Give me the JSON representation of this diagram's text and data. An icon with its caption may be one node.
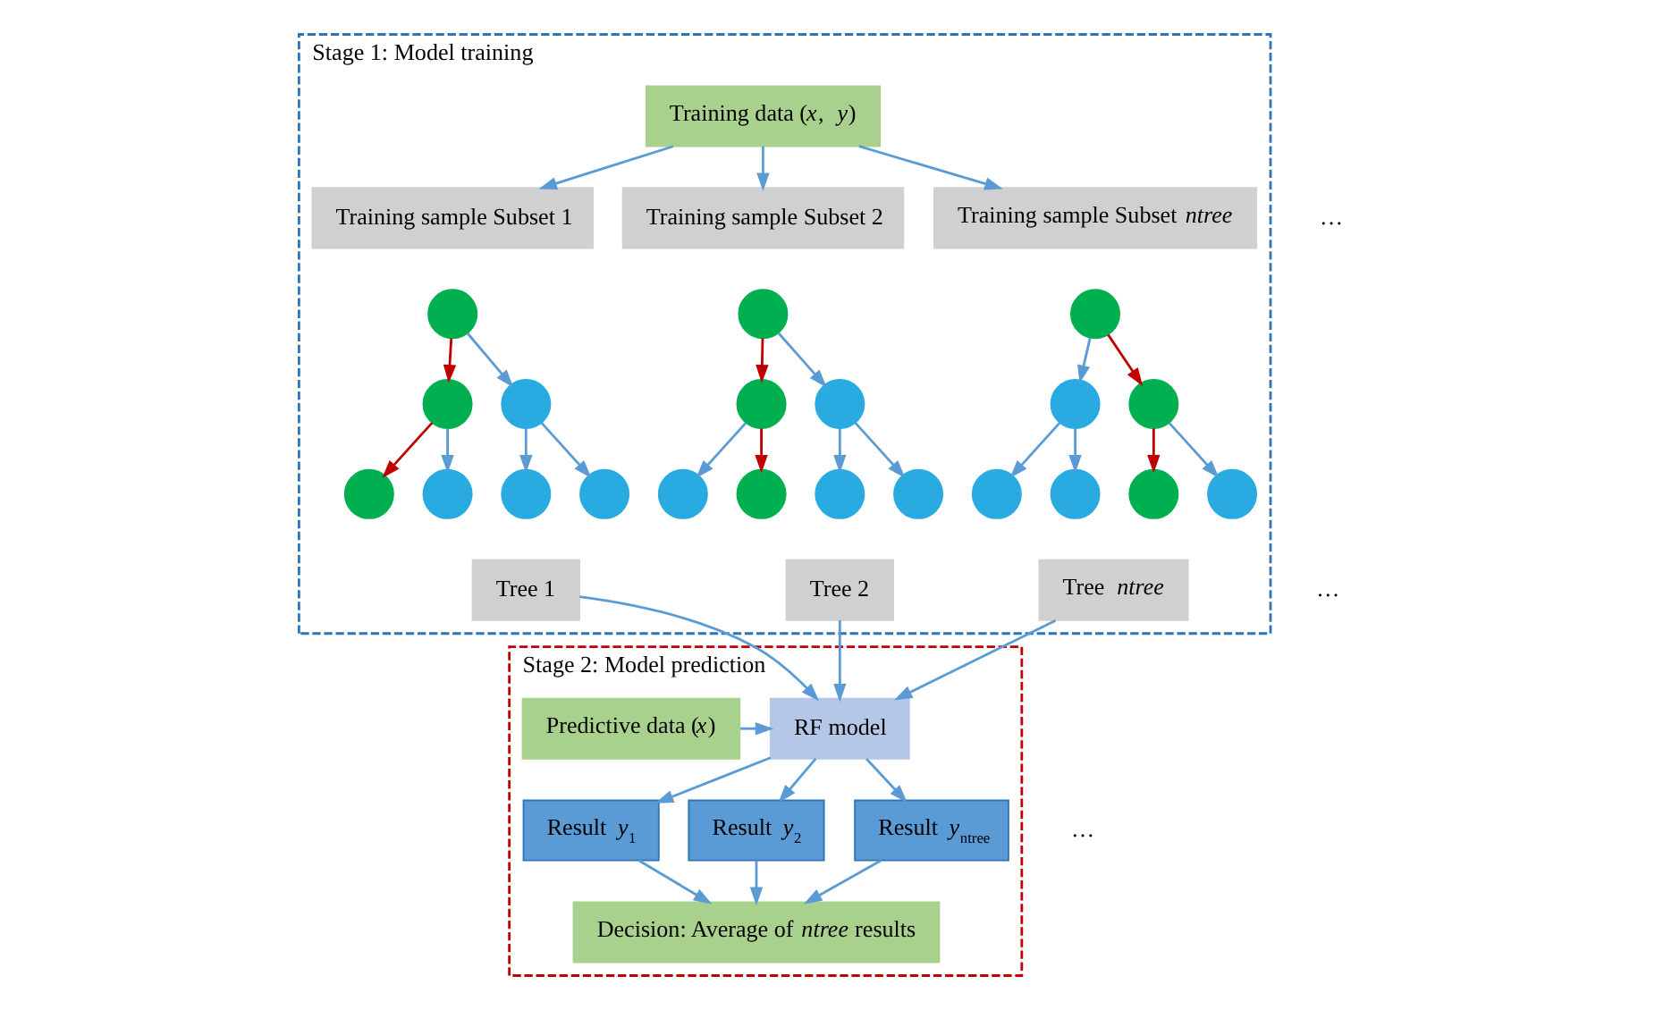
{
  "diagram": {
    "nodes": [
      {
        "text": [
          "Stage 1: Model training"
        ]
      },
      {
        "text": [
          "Training data (*x*, *y*)"
        ],
        "in": 0
      },
      {
        "text": [
          "Training sample Subset 1"
        ],
        "in": 0
      },
      {
        "text": [
          "Training sample Subset 2"
        ],
        "in": 0
      },
      {
        "text": [
          "Training sample Subset *ntree*"
        ],
        "in": 0
      },
      {
        "text": [],
        "shape": "circle",
        "in": 0
      },
      {
        "text": [],
        "shape": "circle",
        "in": 0
      },
      {
        "text": [],
        "shape": "circle",
        "in": 0
      },
      {
        "text": [],
        "shape": "circle",
        "in": 0
      },
      {
        "text": [],
        "shape": "circle",
        "in": 0
      },
      {
        "text": [],
        "shape": "circle",
        "in": 0
      },
      {
        "text": [],
        "shape": "circle",
        "in": 0
      },
      {
        "text": [],
        "shape": "circle",
        "in": 0
      },
      {
        "text": [],
        "shape": "circle",
        "in": 0
      },
      {
        "text": [],
        "shape": "circle",
        "in": 0
      },
      {
        "text": [],
        "shape": "circle",
        "in": 0
      },
      {
        "text": [],
        "shape": "circle",
        "in": 0
      },
      {
        "text": [],
        "shape": "circle",
        "in": 0
      },
      {
        "text": [],
        "shape": "circle",
        "in": 0
      },
      {
        "text": [],
        "shape": "circle",
        "in": 0
      },
      {
        "text": [],
        "shape": "circle",
        "in": 0
      },
      {
        "text": [],
        "shape": "circle",
        "in": 0
      },
      {
        "text": [],
        "shape": "circle",
        "in": 0
      },
      {
        "text": [],
        "shape": "circle",
        "in": 0
      },
      {
        "text": [],
        "shape": "circle",
        "in": 0
      },
      {
        "text": [],
        "shape": "circle",
        "in": 0
      },
      {
        "text": [
          "Tree 1"
        ],
        "in": 0
      },
      {
        "text": [
          "Tree 2"
        ],
        "in": 0
      },
      {
        "text": [
          "Tree *ntree*"
        ],
        "in": 0
      },
      {
        "text": [
          "Stage 2: Model prediction"
        ]
      },
      {
        "text": [
          "RF model"
        ],
        "in": 29
      },
      {
        "text": [
          "Predictive data (*x*)"
        ],
        "in": 29
      },
      {
        "text": [
          "Result *y*$_{1}$"
        ],
        "in": 29
      },
      {
        "text": [
          "Result *y*$_{2}$"
        ],
        "in": 29
      },
      {
        "text": [
          "Result *y*$_{ntree}$"
        ],
        "in": 29
      },
      {
        "text": [
          "Decision: Average of *ntree* results"
        ],
        "in": 29
      }
    ],
    "edges": [
      {
        "from": 1,
        "to": 2,
        "arrow": "to"
      },
      {
        "from": 1,
        "to": 3,
        "arrow": "to"
      },
      {
        "from": 1,
        "to": 4,
        "arrow": "to"
      },
      {
        "from": 5,
        "to": 6,
        "arrow": "to",
        "color": "#c00000"
      },
      {
        "from": 5,
        "to": 7,
        "arrow": "to"
      },
      {
        "from": 6,
        "to": 8,
        "arrow": "to",
        "color": "#c00000"
      },
      {
        "from": 6,
        "to": 9,
        "arrow": "to"
      },
      {
        "from": 7,
        "to": 10,
        "arrow": "to"
      },
      {
        "from": 7,
        "to": 11,
        "arrow": "to"
      },
      {
        "from": 12,
        "to": 13,
        "arrow": "to",
        "color": "#c00000"
      },
      {
        "from": 12,
        "to": 14,
        "arrow": "to"
      },
      {
        "from": 13,
        "to": 15,
        "arrow": "to"
      },
      {
        "from": 13,
        "to": 16,
        "arrow": "to",
        "color": "#c00000"
      },
      {
        "from": 14,
        "to": 17,
        "arrow": "to"
      },
      {
        "from": 14,
        "to": 18,
        "arrow": "to"
      },
      {
        "from": 19,
        "to": 20,
        "arrow": "to"
      },
      {
        "from": 19,
        "to": 21,
        "arrow": "to",
        "color": "#c00000"
      },
      {
        "from": 20,
        "to": 22,
        "arrow": "to"
      },
      {
        "from": 20,
        "to": 23,
        "arrow": "to"
      },
      {
        "from": 21,
        "to": 24,
        "arrow": "to",
        "color": "#c00000"
      },
      {
        "from": 21,
        "to": 25,
        "arrow": "to"
      },
      {
        "from": 26,
        "to": 30,
        "arrow": "to"
      },
      {
        "from": 27,
        "to": 30,
        "arrow": "to"
      },
      {
        "from": 28,
        "to": 30,
        "arrow": "to"
      },
      {
        "from": 31,
        "to": 30,
        "arrow": "to"
      },
      {
        "from": 30,
        "to": 32,
        "arrow": "to"
      },
      {
        "from": 30,
        "to": 33,
        "arrow": "to"
      },
      {
        "from": 30,
        "to": 34,
        "arrow": "to"
      },
      {
        "from": 32,
        "to": 35,
        "arrow": "to"
      },
      {
        "from": 33,
        "to": 35,
        "arrow": "to"
      },
      {
        "from": 34,
        "to": 35,
        "arrow": "to"
      }
    ],
    "labels": [
      "…",
      "…",
      "…"
    ]
  }
}
